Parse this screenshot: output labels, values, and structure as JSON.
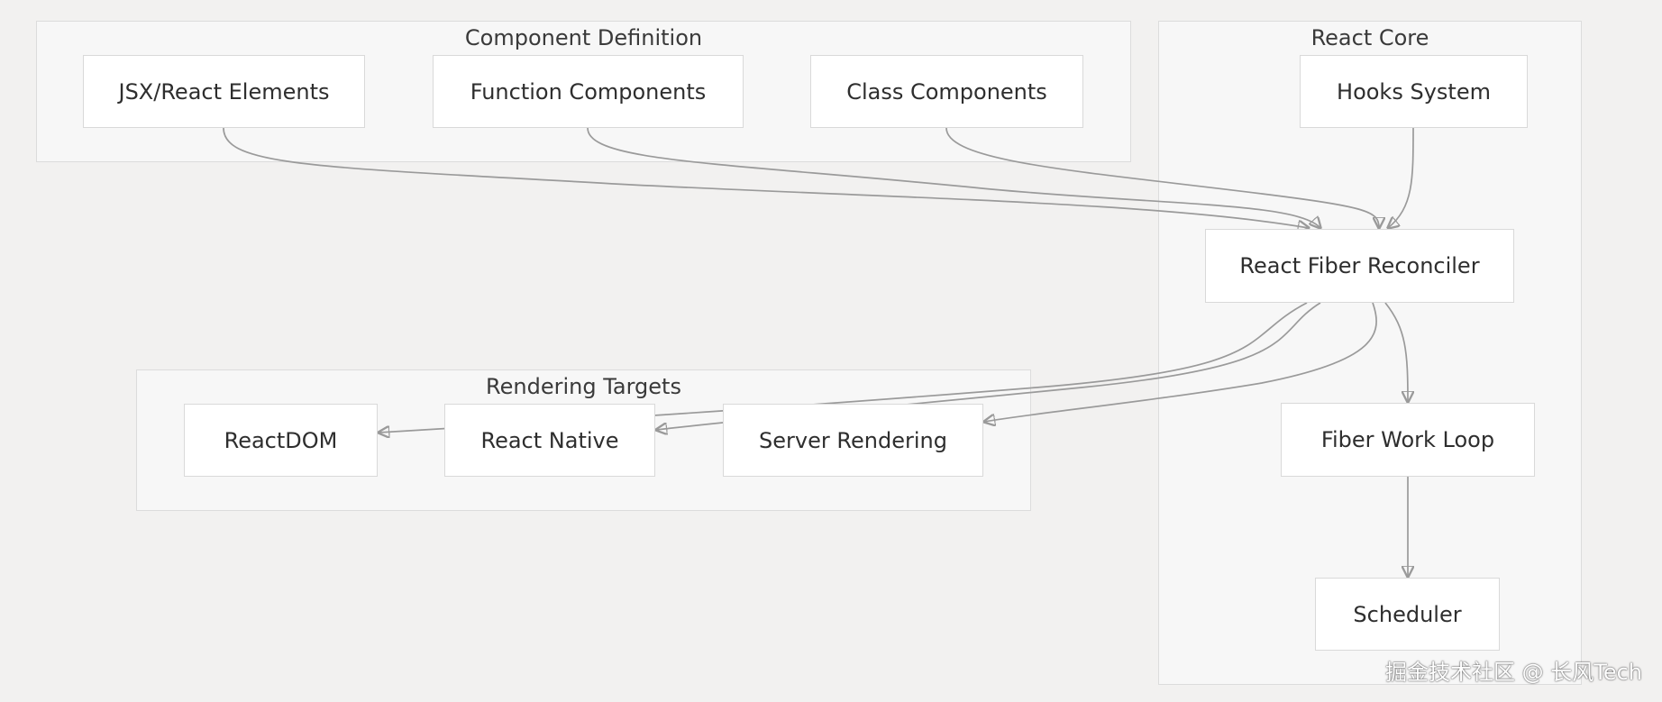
{
  "groups": {
    "component_definition": "Component Definition",
    "react_core": "React Core",
    "rendering_targets": "Rendering Targets"
  },
  "nodes": {
    "jsx": "JSX/React Elements",
    "function_components": "Function Components",
    "class_components": "Class Components",
    "hooks_system": "Hooks System",
    "fiber_reconciler": "React Fiber Reconciler",
    "fiber_work_loop": "Fiber Work Loop",
    "scheduler": "Scheduler",
    "react_dom": "ReactDOM",
    "react_native": "React Native",
    "server_rendering": "Server Rendering"
  },
  "watermark": "掘金技术社区 @ 长风Tech",
  "colors": {
    "background": "#f2f1f0",
    "group_fill": "#f7f7f7",
    "node_fill": "#ffffff",
    "edge": "#9a9a9a"
  }
}
